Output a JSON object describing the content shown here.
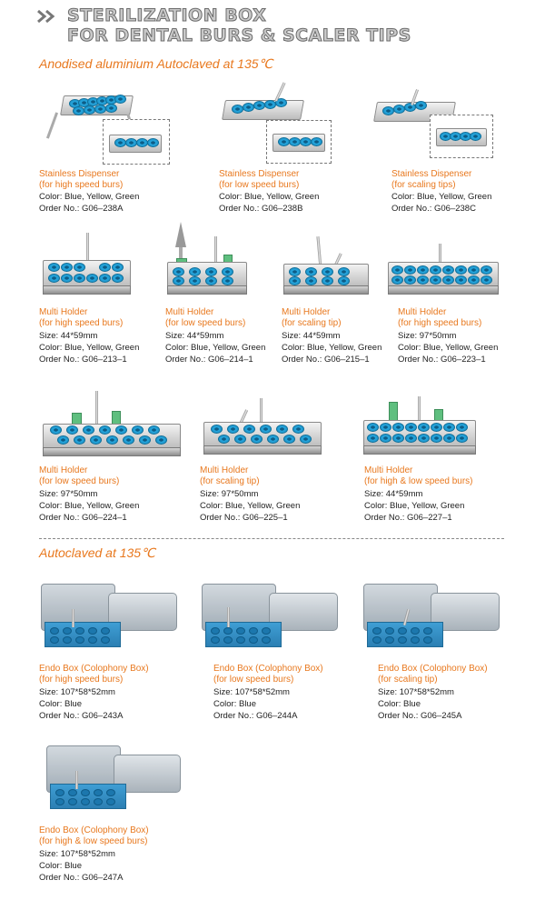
{
  "header": {
    "line1": "STERILIZATION BOX",
    "line2": "FOR DENTAL BURS & SCALER TIPS"
  },
  "sections": {
    "anodised": "Anodised aluminium Autoclaved at 135℃",
    "autoclaved": "Autoclaved at 135℃"
  },
  "products": [
    {
      "name": "Stainless Dispenser",
      "sub": "(for high speed burs)",
      "size": "",
      "color": "Color: Blue, Yellow, Green",
      "order": "Order No.: G06–238A"
    },
    {
      "name": "Stainless Dispenser",
      "sub": "(for low speed burs)",
      "size": "",
      "color": "Color: Blue, Yellow, Green",
      "order": "Order No.: G06–238B"
    },
    {
      "name": "Stainless Dispenser",
      "sub": "(for scaling tips)",
      "size": "",
      "color": "Color: Blue, Yellow, Green",
      "order": "Order No.: G06–238C"
    },
    {
      "name": "Multi Holder",
      "sub": "(for high speed burs)",
      "size": "Size: 44*59mm",
      "color": "Color: Blue, Yellow, Green",
      "order": "Order No.: G06–213–1"
    },
    {
      "name": "Multi Holder",
      "sub": "(for low speed burs)",
      "size": "Size: 44*59mm",
      "color": "Color: Blue, Yellow, Green",
      "order": "Order No.: G06–214–1"
    },
    {
      "name": "Multi Holder",
      "sub": "(for scaling tip)",
      "size": "Size: 44*59mm",
      "color": "Color: Blue, Yellow, Green",
      "order": "Order No.: G06–215–1"
    },
    {
      "name": "Multi Holder",
      "sub": "(for high speed burs)",
      "size": "Size: 97*50mm",
      "color": "Color: Blue, Yellow, Green",
      "order": "Order No.: G06–223–1"
    },
    {
      "name": "Multi Holder",
      "sub": "(for low speed burs)",
      "size": "Size: 97*50mm",
      "color": "Color: Blue, Yellow, Green",
      "order": "Order No.: G06–224–1"
    },
    {
      "name": "Multi Holder",
      "sub": "(for scaling tip)",
      "size": "Size: 97*50mm",
      "color": "Color: Blue, Yellow, Green",
      "order": "Order No.: G06–225–1"
    },
    {
      "name": "Multi Holder",
      "sub": "(for high & low speed burs)",
      "size": "Size: 44*59mm",
      "color": "Color: Blue, Yellow, Green",
      "order": "Order No.: G06–227–1"
    },
    {
      "name": "Endo Box (Colophony Box)",
      "sub": "(for high speed burs)",
      "size": "Size: 107*58*52mm",
      "color": "Color: Blue",
      "order": "Order No.: G06–243A"
    },
    {
      "name": "Endo Box (Colophony Box)",
      "sub": "(for low speed burs)",
      "size": "Size: 107*58*52mm",
      "color": "Color: Blue",
      "order": "Order No.: G06–244A"
    },
    {
      "name": "Endo Box (Colophony Box)",
      "sub": "(for scaling tip)",
      "size": "Size: 107*58*52mm",
      "color": "Color: Blue",
      "order": "Order No.: G06–245A"
    },
    {
      "name": "Endo Box (Colophony Box)",
      "sub": "(for high & low speed burs)",
      "size": "Size: 107*58*52mm",
      "color": "Color: Blue",
      "order": "Order No.: G06–247A"
    }
  ],
  "colors": {
    "accent": "#e8781e",
    "ring_blue": "#1a8cc3"
  }
}
